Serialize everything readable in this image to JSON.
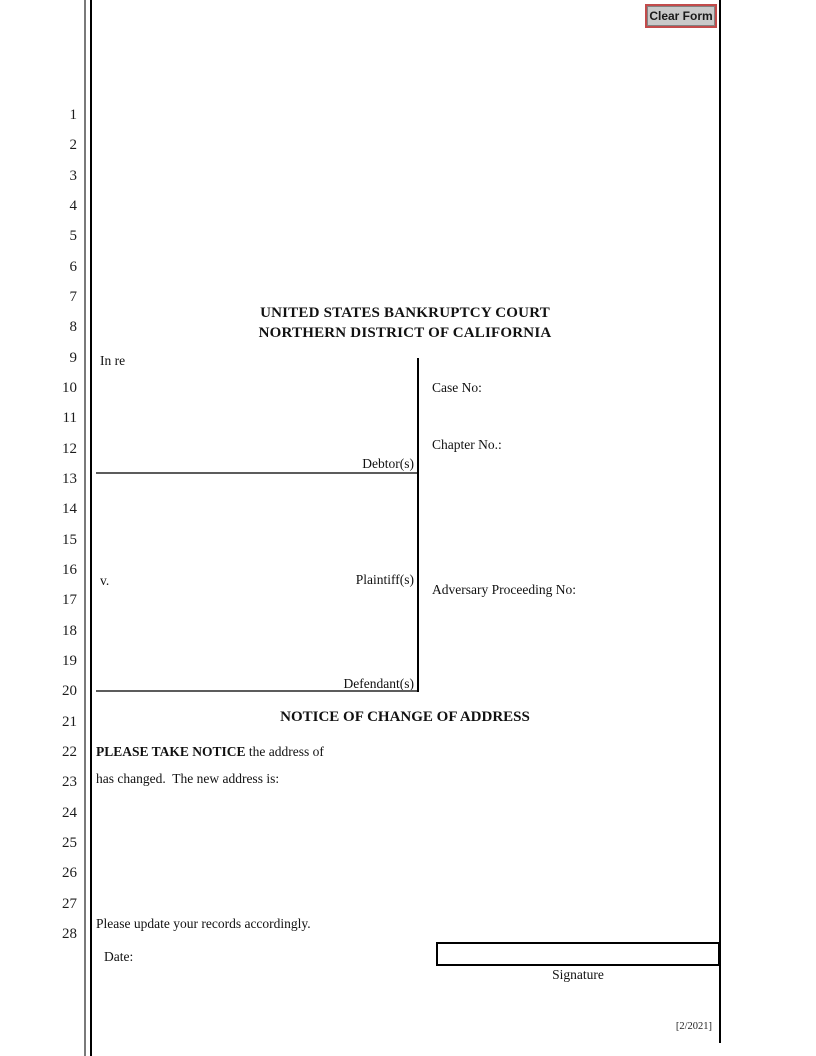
{
  "page": {
    "clear_form_button": "Clear Form",
    "footer_version": "[2/2021]"
  },
  "line_numbers": [
    "1",
    "2",
    "3",
    "4",
    "5",
    "6",
    "7",
    "8",
    "9",
    "10",
    "11",
    "12",
    "13",
    "14",
    "15",
    "16",
    "17",
    "18",
    "19",
    "20",
    "21",
    "22",
    "23",
    "24",
    "25",
    "26",
    "27",
    "28"
  ],
  "court": {
    "title_line1": "UNITED STATES BANKRUPTCY COURT",
    "title_line2": "NORTHERN DISTRICT OF CALIFORNIA"
  },
  "caption": {
    "in_re": "In re",
    "debtor_label": "Debtor(s)",
    "versus": "v.",
    "plaintiff_label": "Plaintiff(s)",
    "defendant_label": "Defendant(s)",
    "case_no_label": "Case No:",
    "chapter_no_label": "Chapter No.:",
    "adversary_label": "Adversary Proceeding No:"
  },
  "notice": {
    "heading": "NOTICE OF CHANGE OF ADDRESS",
    "take_notice_bold": "PLEASE TAKE NOTICE",
    "take_notice_rest": " the address of",
    "changed_line": "has changed.  The new address is:",
    "update_line": "Please update your records accordingly.",
    "date_label": "Date:",
    "signature_label": "Signature"
  }
}
